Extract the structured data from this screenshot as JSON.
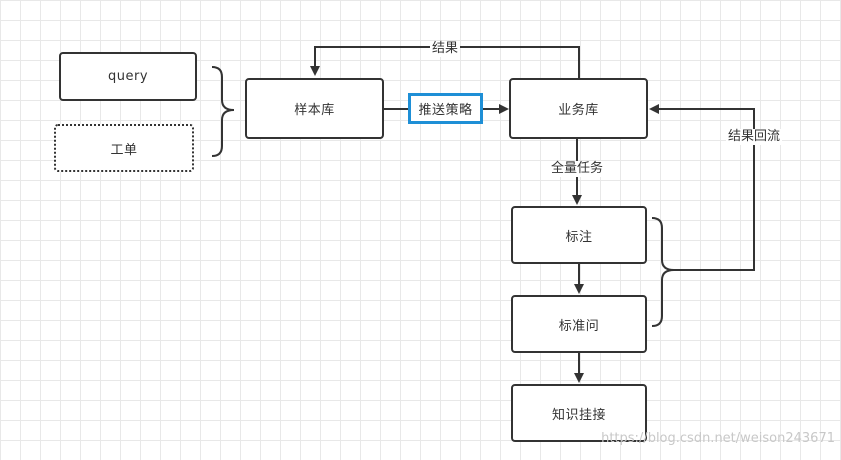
{
  "nodes": {
    "query": "query",
    "ticket": "工单",
    "sample_lib": "样本库",
    "push_strategy": "推送策略",
    "business_lib": "业务库",
    "annotate": "标注",
    "standard_question": "标准问",
    "knowledge_mount": "知识挂接"
  },
  "edge_labels": {
    "result": "结果",
    "full_task": "全量任务",
    "result_return": "结果回流"
  },
  "watermark": "https://blog.csdn.net/weison243671",
  "colors": {
    "line": "#333333",
    "highlight_border": "#1e8fd6",
    "grid": "#e8e8e8"
  }
}
